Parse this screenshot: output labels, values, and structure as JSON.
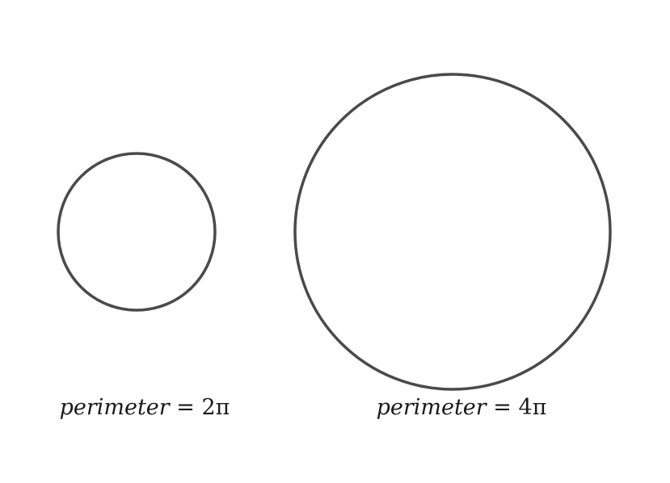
{
  "colors": {
    "stroke": "#4a4a4a",
    "text": "#1a1a1a",
    "background": "#ffffff"
  },
  "circles": [
    {
      "id": "small",
      "label_variable": "perimeter",
      "label_operator": " = ",
      "label_value": "2π",
      "perimeter_multiple_of_pi": 2
    },
    {
      "id": "large",
      "label_variable": "perimeter",
      "label_operator": " = ",
      "label_value": "4π",
      "perimeter_multiple_of_pi": 4
    }
  ]
}
